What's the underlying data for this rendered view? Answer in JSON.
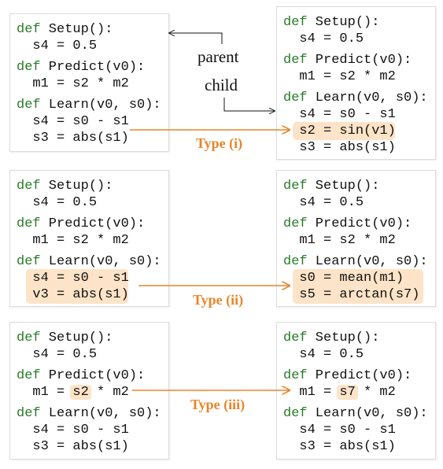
{
  "labels": {
    "parent": "parent",
    "child": "child"
  },
  "types": [
    "Type (i)",
    "Type (ii)",
    "Type (iii)"
  ],
  "colors": {
    "keyword": "#2a7a2a",
    "highlight": "#fde4c8",
    "arrow": "#e8852a"
  },
  "rows": [
    {
      "parent": [
        {
          "kw": "def",
          "rest": " Setup():"
        },
        {
          "text": "  s4 = 0.5"
        },
        {
          "kw": "def",
          "rest": " Predict(v0):"
        },
        {
          "text": "  m1 = s2 * m2"
        },
        {
          "kw": "def",
          "rest": " Learn(v0, s0):"
        },
        {
          "text": "  s4 = s0 - s1"
        },
        {
          "text": "  s3 = abs(s1)"
        }
      ],
      "child": [
        {
          "kw": "def",
          "rest": " Setup():"
        },
        {
          "text": "  s4 = 0.5"
        },
        {
          "kw": "def",
          "rest": " Predict(v0):"
        },
        {
          "text": "  m1 = s2 * m2"
        },
        {
          "kw": "def",
          "rest": " Learn(v0, s0):"
        },
        {
          "text": "  s4 = s0 - s1"
        },
        {
          "text": "  s2 = sin(v1)"
        },
        {
          "text": "  s3 = abs(s1)"
        }
      ]
    },
    {
      "parent": [
        {
          "kw": "def",
          "rest": " Setup():"
        },
        {
          "text": "  s4 = 0.5"
        },
        {
          "kw": "def",
          "rest": " Predict(v0):"
        },
        {
          "text": "  m1 = s2 * m2"
        },
        {
          "kw": "def",
          "rest": " Learn(v0, s0):"
        },
        {
          "text": "  s4 = s0 - s1"
        },
        {
          "text": "  v3 = abs(s1)"
        }
      ],
      "child": [
        {
          "kw": "def",
          "rest": " Setup():"
        },
        {
          "text": "  s4 = 0.5"
        },
        {
          "kw": "def",
          "rest": " Predict(v0):"
        },
        {
          "text": "  m1 = s2 * m2"
        },
        {
          "kw": "def",
          "rest": " Learn(v0, s0):"
        },
        {
          "text": "  s0 = mean(m1)"
        },
        {
          "text": "  s5 = arctan(s7)"
        }
      ]
    },
    {
      "parent": [
        {
          "kw": "def",
          "rest": " Setup():"
        },
        {
          "text": "  s4 = 0.5"
        },
        {
          "kw": "def",
          "rest": " Predict(v0):"
        },
        {
          "pre": "  m1 = ",
          "hl": "s2",
          "post": " * m2"
        },
        {
          "kw": "def",
          "rest": " Learn(v0, s0):"
        },
        {
          "text": "  s4 = s0 - s1"
        },
        {
          "text": "  s3 = abs(s1)"
        }
      ],
      "child": [
        {
          "kw": "def",
          "rest": " Setup():"
        },
        {
          "text": "  s4 = 0.5"
        },
        {
          "kw": "def",
          "rest": " Predict(v0):"
        },
        {
          "pre": "  m1 = ",
          "hl": "s7",
          "post": " * m2"
        },
        {
          "kw": "def",
          "rest": " Learn(v0, s0):"
        },
        {
          "text": "  s4 = s0 - s1"
        },
        {
          "text": "  s3 = abs(s1)"
        }
      ]
    }
  ]
}
